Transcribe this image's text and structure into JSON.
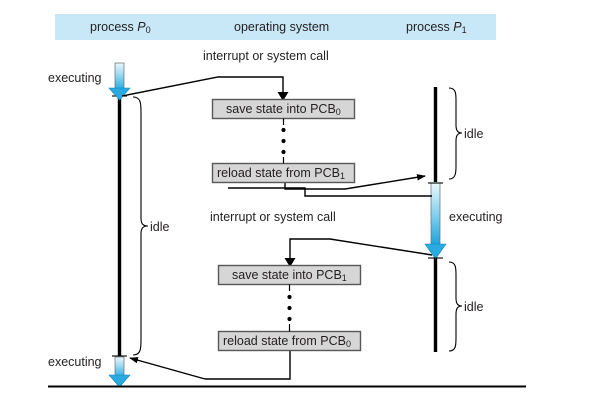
{
  "figure": {
    "title": "CPU switch from process to process (context switch) timeline diagram",
    "colors": {
      "header_band": "#c9e8f7",
      "box_fill": "#d6d6d6",
      "box_border": "#58585a",
      "line": "#000000",
      "accent_arrow": "#29abe2",
      "accent_arrow_light": "#cdeaf8",
      "text": "#231f20"
    }
  },
  "header": {
    "columns": [
      {
        "label": "process",
        "symbol": "P",
        "subscript": "0",
        "full": "process P0"
      },
      {
        "label": "operating system",
        "symbol": "",
        "subscript": "",
        "full": "operating system"
      },
      {
        "label": "process",
        "symbol": "P",
        "subscript": "1",
        "full": "process P1"
      }
    ]
  },
  "labels": {
    "interrupt_1": "interrupt or system call",
    "interrupt_2": "interrupt or system call",
    "executing_p0_top": "executing",
    "executing_p0_bottom": "executing",
    "executing_p1": "executing",
    "idle_p0": "idle",
    "idle_p1_top": "idle",
    "idle_p1_bottom": "idle"
  },
  "boxes": [
    {
      "id": "save-state-pcb0",
      "text": "save state into PCB",
      "subscript": "0",
      "full": "save state into PCB0"
    },
    {
      "id": "reload-state-pcb1",
      "text": "reload state from PCB",
      "subscript": "1",
      "full": "reload state from PCB1"
    },
    {
      "id": "save-state-pcb1",
      "text": "save state into PCB",
      "subscript": "1",
      "full": "save state into PCB1"
    },
    {
      "id": "reload-state-pcb0",
      "text": "reload state from PCB",
      "subscript": "0",
      "full": "reload state from PCB0"
    }
  ],
  "ellipsis": {
    "count": 3,
    "groups": [
      "between-save-pcb0-and-reload-pcb1",
      "between-save-pcb1-and-reload-pcb0"
    ]
  }
}
